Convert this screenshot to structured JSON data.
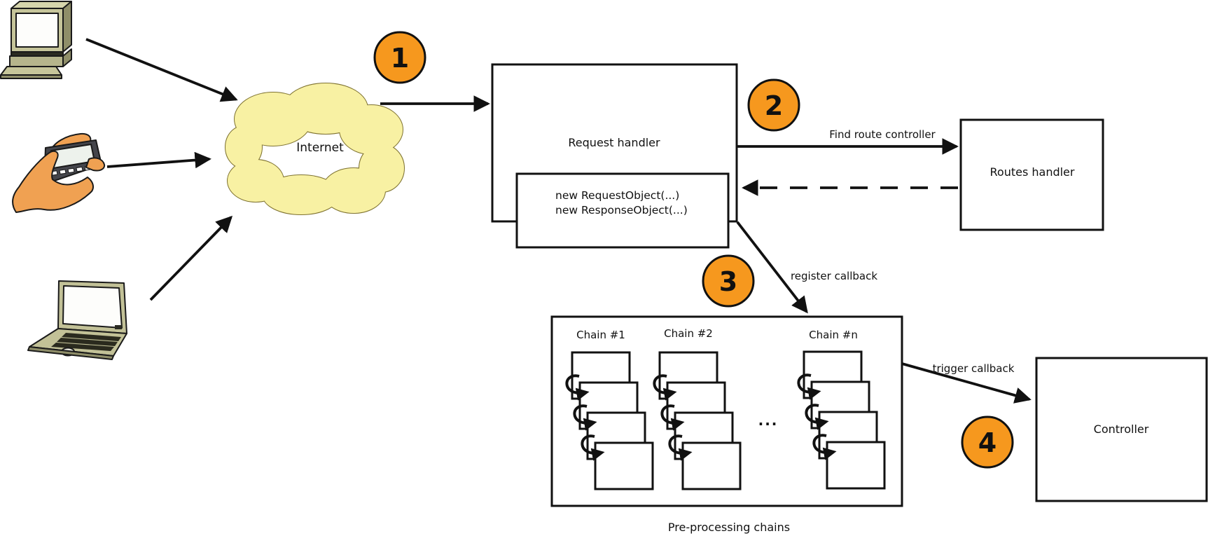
{
  "diagram": {
    "internet_label": "Internet",
    "steps": {
      "one": "1",
      "two": "2",
      "three": "3",
      "four": "4"
    },
    "request_handler": {
      "label": "Request handler",
      "line1": "new RequestObject(...)",
      "line2": "new ResponseObject(...)"
    },
    "routes_handler": {
      "label": "Routes handler"
    },
    "controller": {
      "label": "Controller"
    },
    "preprocessing": {
      "caption": "Pre-processing chains",
      "chain1": "Chain #1",
      "chain2": "Chain #2",
      "chainN": "Chain #n",
      "ellipsis": "..."
    },
    "arrow_labels": {
      "find_route": "Find route controller",
      "register_callback": "register callback",
      "trigger_callback": "trigger callback"
    },
    "colors": {
      "step_fill": "#F6981E",
      "cloud_fill": "#F8F1A3",
      "cloud_stroke": "#7E7230",
      "line": "#111111"
    },
    "devices": {
      "desktop": "desktop-computer",
      "phone": "mobile-phone-in-hand",
      "laptop": "laptop"
    }
  }
}
